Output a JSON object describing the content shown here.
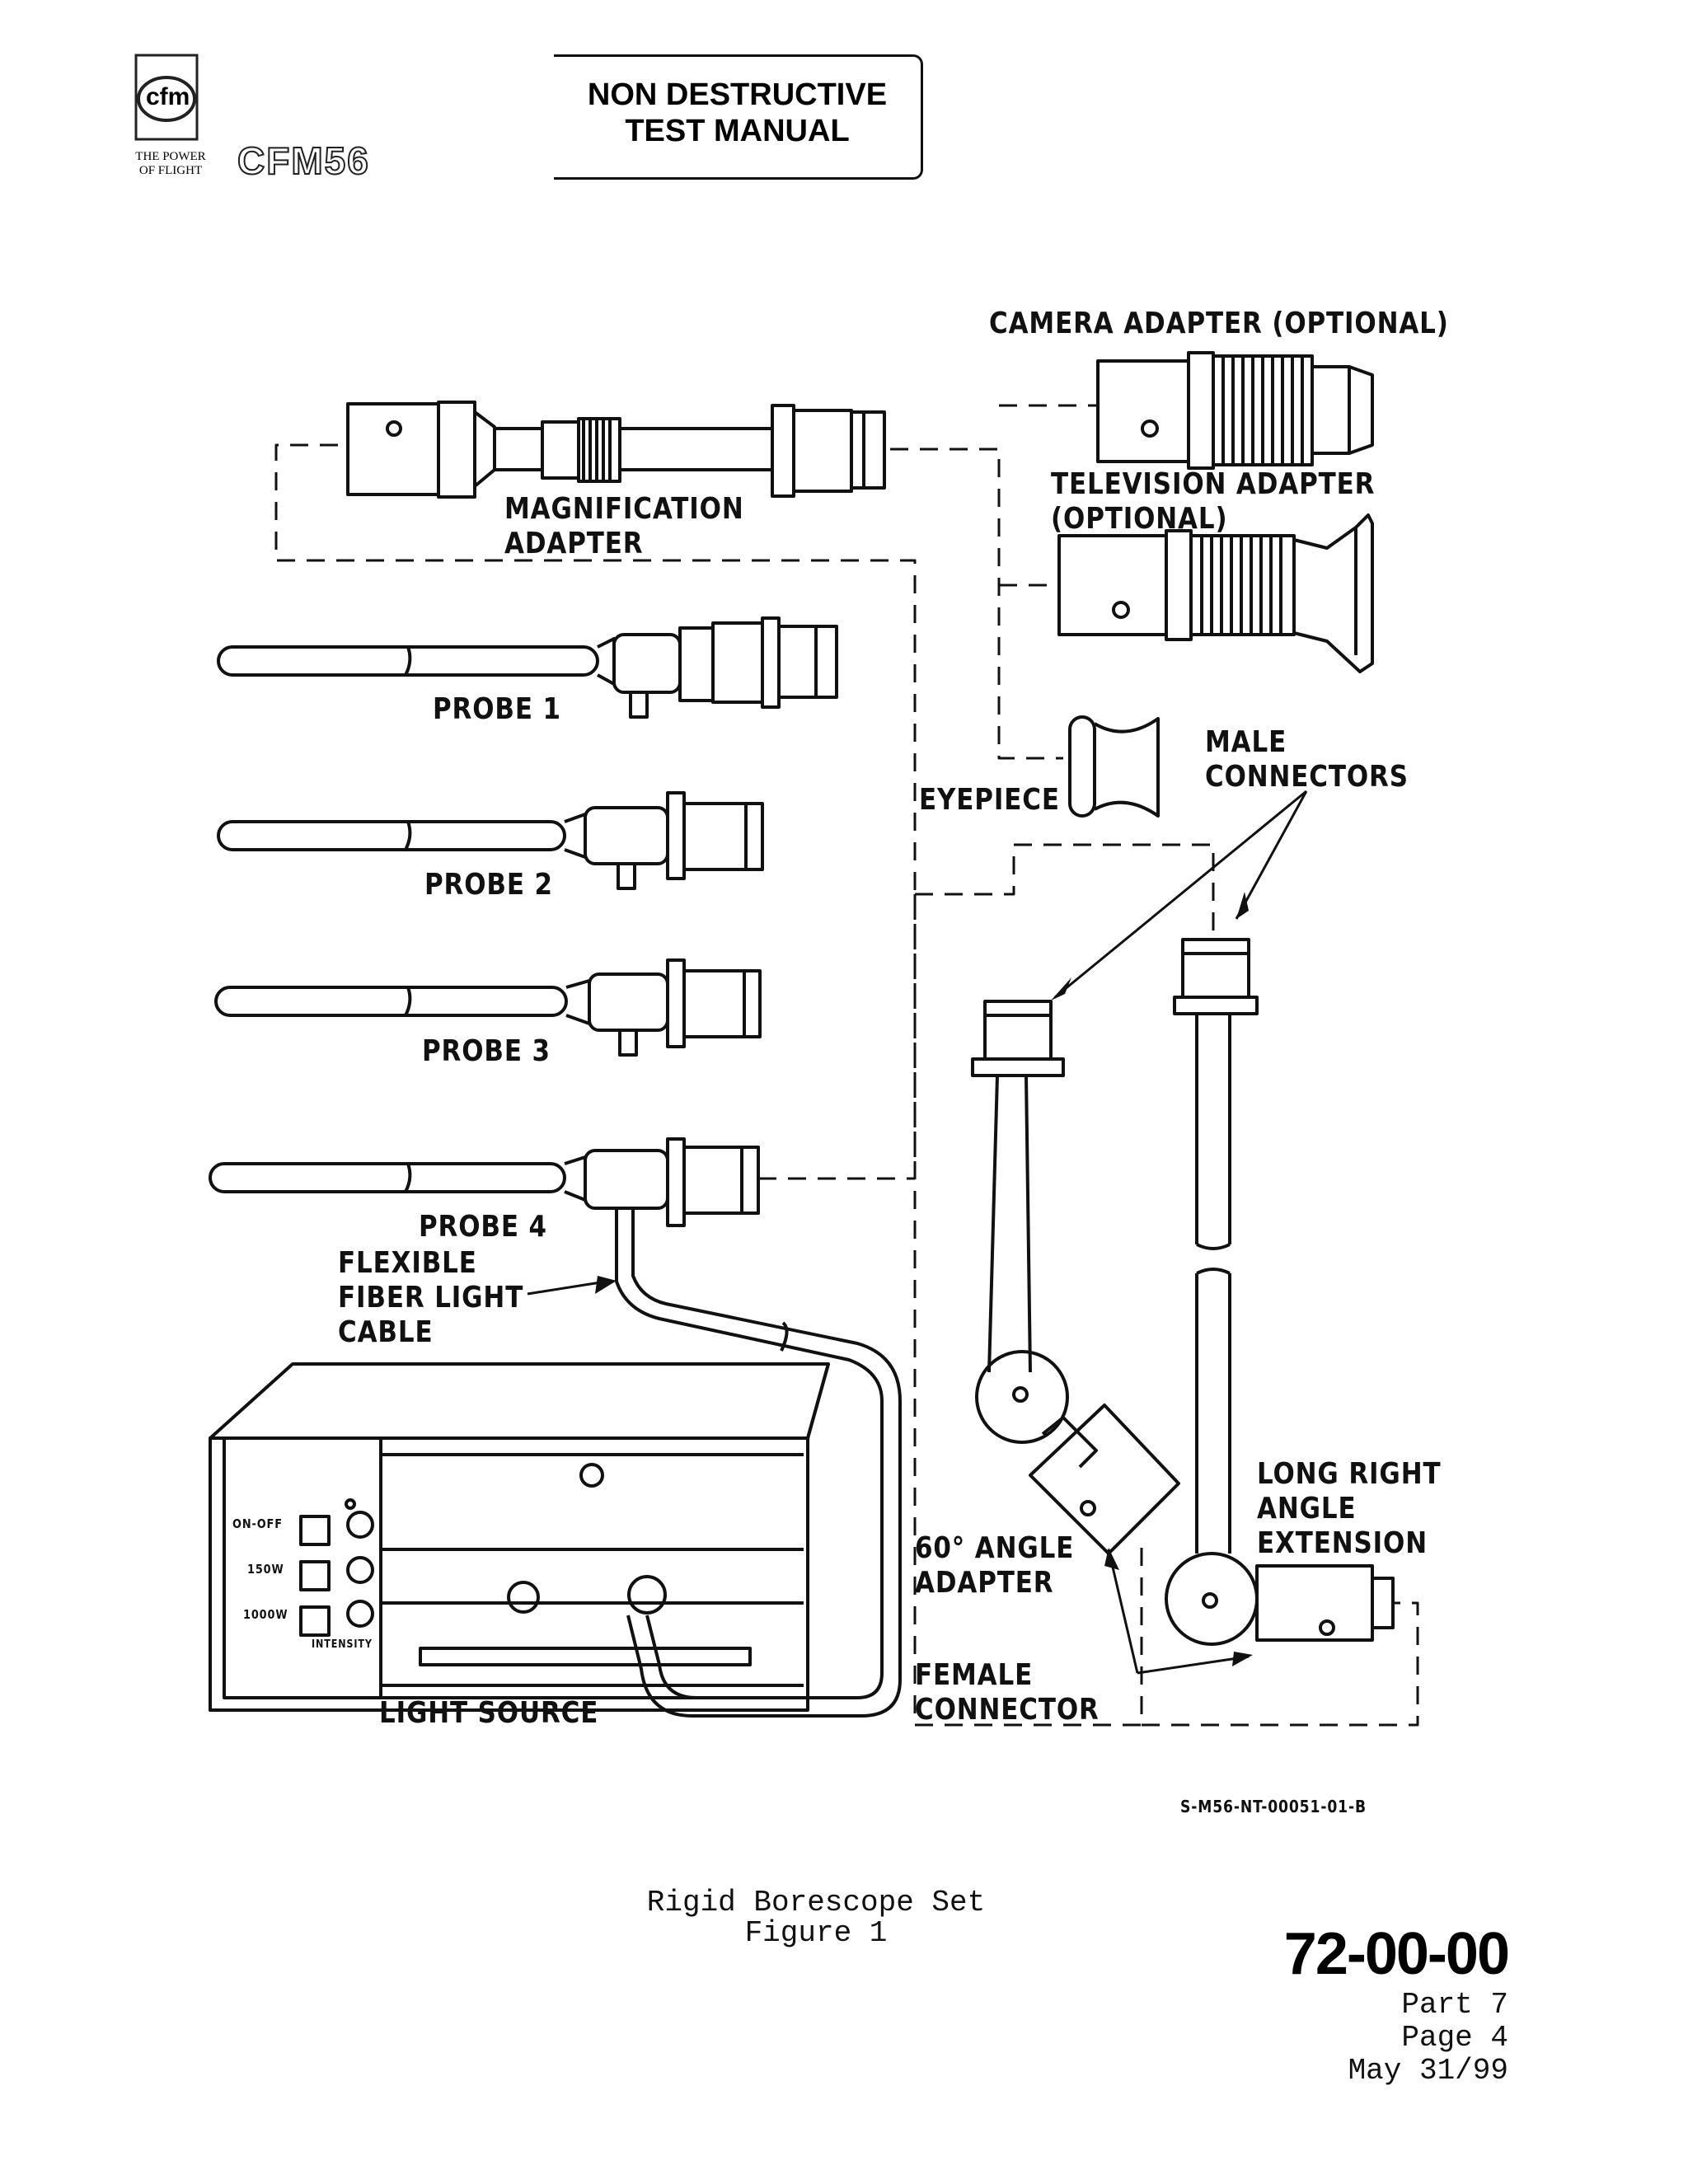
{
  "header": {
    "logo_text": "cfm",
    "logo_tagline": "THE POWER\nOF FLIGHT",
    "engine_wordmark": "CFM56",
    "manual_title": "NON DESTRUCTIVE\nTEST MANUAL"
  },
  "figure": {
    "labels": {
      "camera_adapter": "CAMERA ADAPTER (OPTIONAL)",
      "magnification_adapter": "MAGNIFICATION\nADAPTER",
      "television_adapter": "TELEVISION ADAPTER\n(OPTIONAL)",
      "probe1": "PROBE 1",
      "probe2": "PROBE 2",
      "probe3": "PROBE 3",
      "probe4": "PROBE 4",
      "eyepiece": "EYEPIECE",
      "male_connectors": "MALE\nCONNECTORS",
      "flexible_cable": "FLEXIBLE\nFIBER LIGHT\nCABLE",
      "light_source": "LIGHT SOURCE",
      "long_right_angle": "LONG RIGHT\nANGLE\nEXTENSION",
      "angle_adapter": "60° ANGLE\nADAPTER",
      "female_connector": "FEMALE\nCONNECTOR",
      "panel_on_off": "ON-OFF",
      "panel_150w": "150W",
      "panel_1000w": "1000W",
      "panel_intensity": "INTENSITY"
    },
    "drawing_id": "S-M56-NT-00051-01-B",
    "caption": "Rigid Borescope Set",
    "figure_number": "Figure 1"
  },
  "footer": {
    "section_number": "72-00-00",
    "part": "Part 7",
    "page": "Page 4",
    "date": "May 31/99"
  }
}
